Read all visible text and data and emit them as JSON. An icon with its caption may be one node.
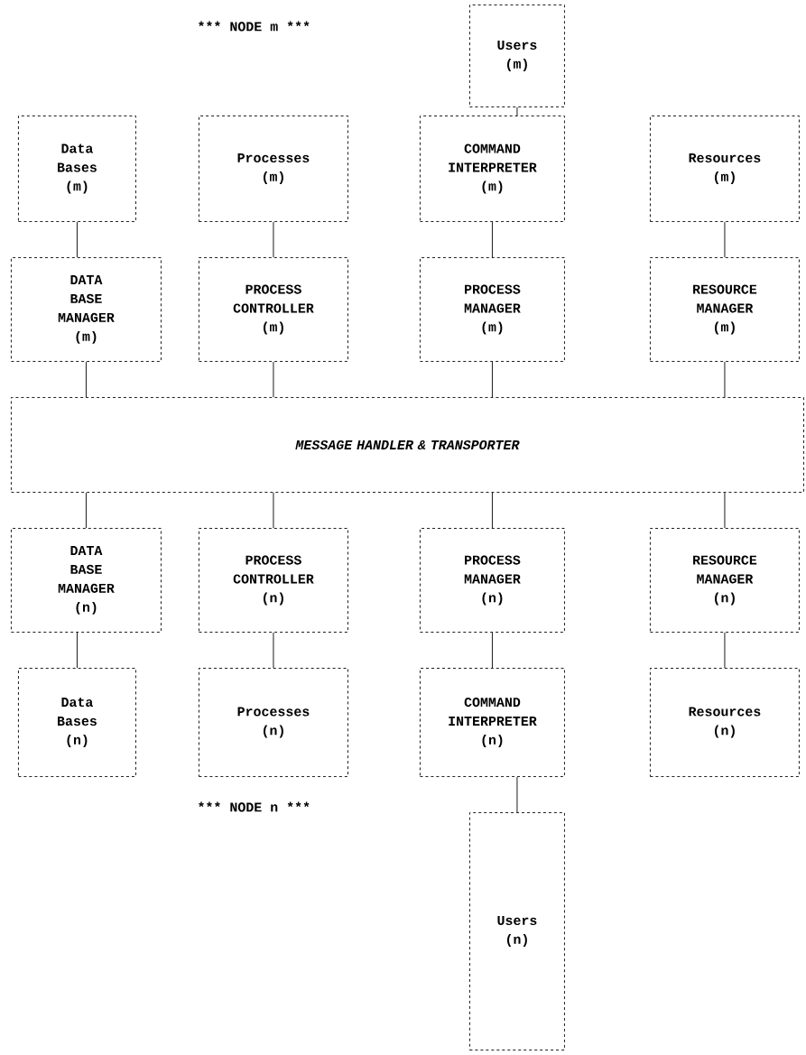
{
  "diagram": {
    "nodes": [
      {
        "text": [
          "Users (m)"
        ]
      },
      {
        "text": [
          "Data Bases (m)"
        ]
      },
      {
        "text": [
          "Processes (m)"
        ]
      },
      {
        "text": [
          "COMMAND INTERPRETER (m)"
        ]
      },
      {
        "text": [
          "Resources (m)"
        ]
      },
      {
        "text": [
          "DATA BASE MANAGER (m)"
        ]
      },
      {
        "text": [
          "PROCESS CONTROLLER (m)"
        ]
      },
      {
        "text": [
          "PROCESS MANAGER (m)"
        ]
      },
      {
        "text": [
          "RESOURCE MANAGER (m)"
        ]
      },
      {
        "text": [
          "MESSAGE HANDLER & TRANSPORTER"
        ]
      },
      {
        "text": [
          "DATA BASE MANAGER (n)"
        ]
      },
      {
        "text": [
          "PROCESS CONTROLLER (n)"
        ]
      },
      {
        "text": [
          "PROCESS MANAGER (n)"
        ]
      },
      {
        "text": [
          "RESOURCE MANAGER (n)"
        ]
      },
      {
        "text": [
          "Data Bases (n)"
        ]
      },
      {
        "text": [
          "Processes (n)"
        ]
      },
      {
        "text": [
          "COMMAND INTERPRETER (n)"
        ]
      },
      {
        "text": [
          "Resources (n)"
        ]
      },
      {
        "text": [
          "Users (n)"
        ]
      }
    ],
    "edges": [
      {
        "from": 0,
        "to": 3,
        "arrow": "none"
      },
      {
        "from": 1,
        "to": 5,
        "arrow": "none"
      },
      {
        "from": 2,
        "to": 6,
        "arrow": "none"
      },
      {
        "from": 3,
        "to": 7,
        "arrow": "none"
      },
      {
        "from": 4,
        "to": 8,
        "arrow": "none"
      },
      {
        "from": 5,
        "to": 9,
        "arrow": "none"
      },
      {
        "from": 6,
        "to": 9,
        "arrow": "none"
      },
      {
        "from": 7,
        "to": 9,
        "arrow": "none"
      },
      {
        "from": 8,
        "to": 9,
        "arrow": "none"
      },
      {
        "from": 9,
        "to": 10,
        "arrow": "none"
      },
      {
        "from": 9,
        "to": 11,
        "arrow": "none"
      },
      {
        "from": 9,
        "to": 12,
        "arrow": "none"
      },
      {
        "from": 9,
        "to": 13,
        "arrow": "none"
      },
      {
        "from": 10,
        "to": 14,
        "arrow": "none"
      },
      {
        "from": 11,
        "to": 15,
        "arrow": "none"
      },
      {
        "from": 12,
        "to": 16,
        "arrow": "none"
      },
      {
        "from": 13,
        "to": 17,
        "arrow": "none"
      },
      {
        "from": 16,
        "to": 18,
        "arrow": "none"
      }
    ],
    "labels": [
      "*** NODE m ***",
      "*** NODE n ***"
    ]
  }
}
